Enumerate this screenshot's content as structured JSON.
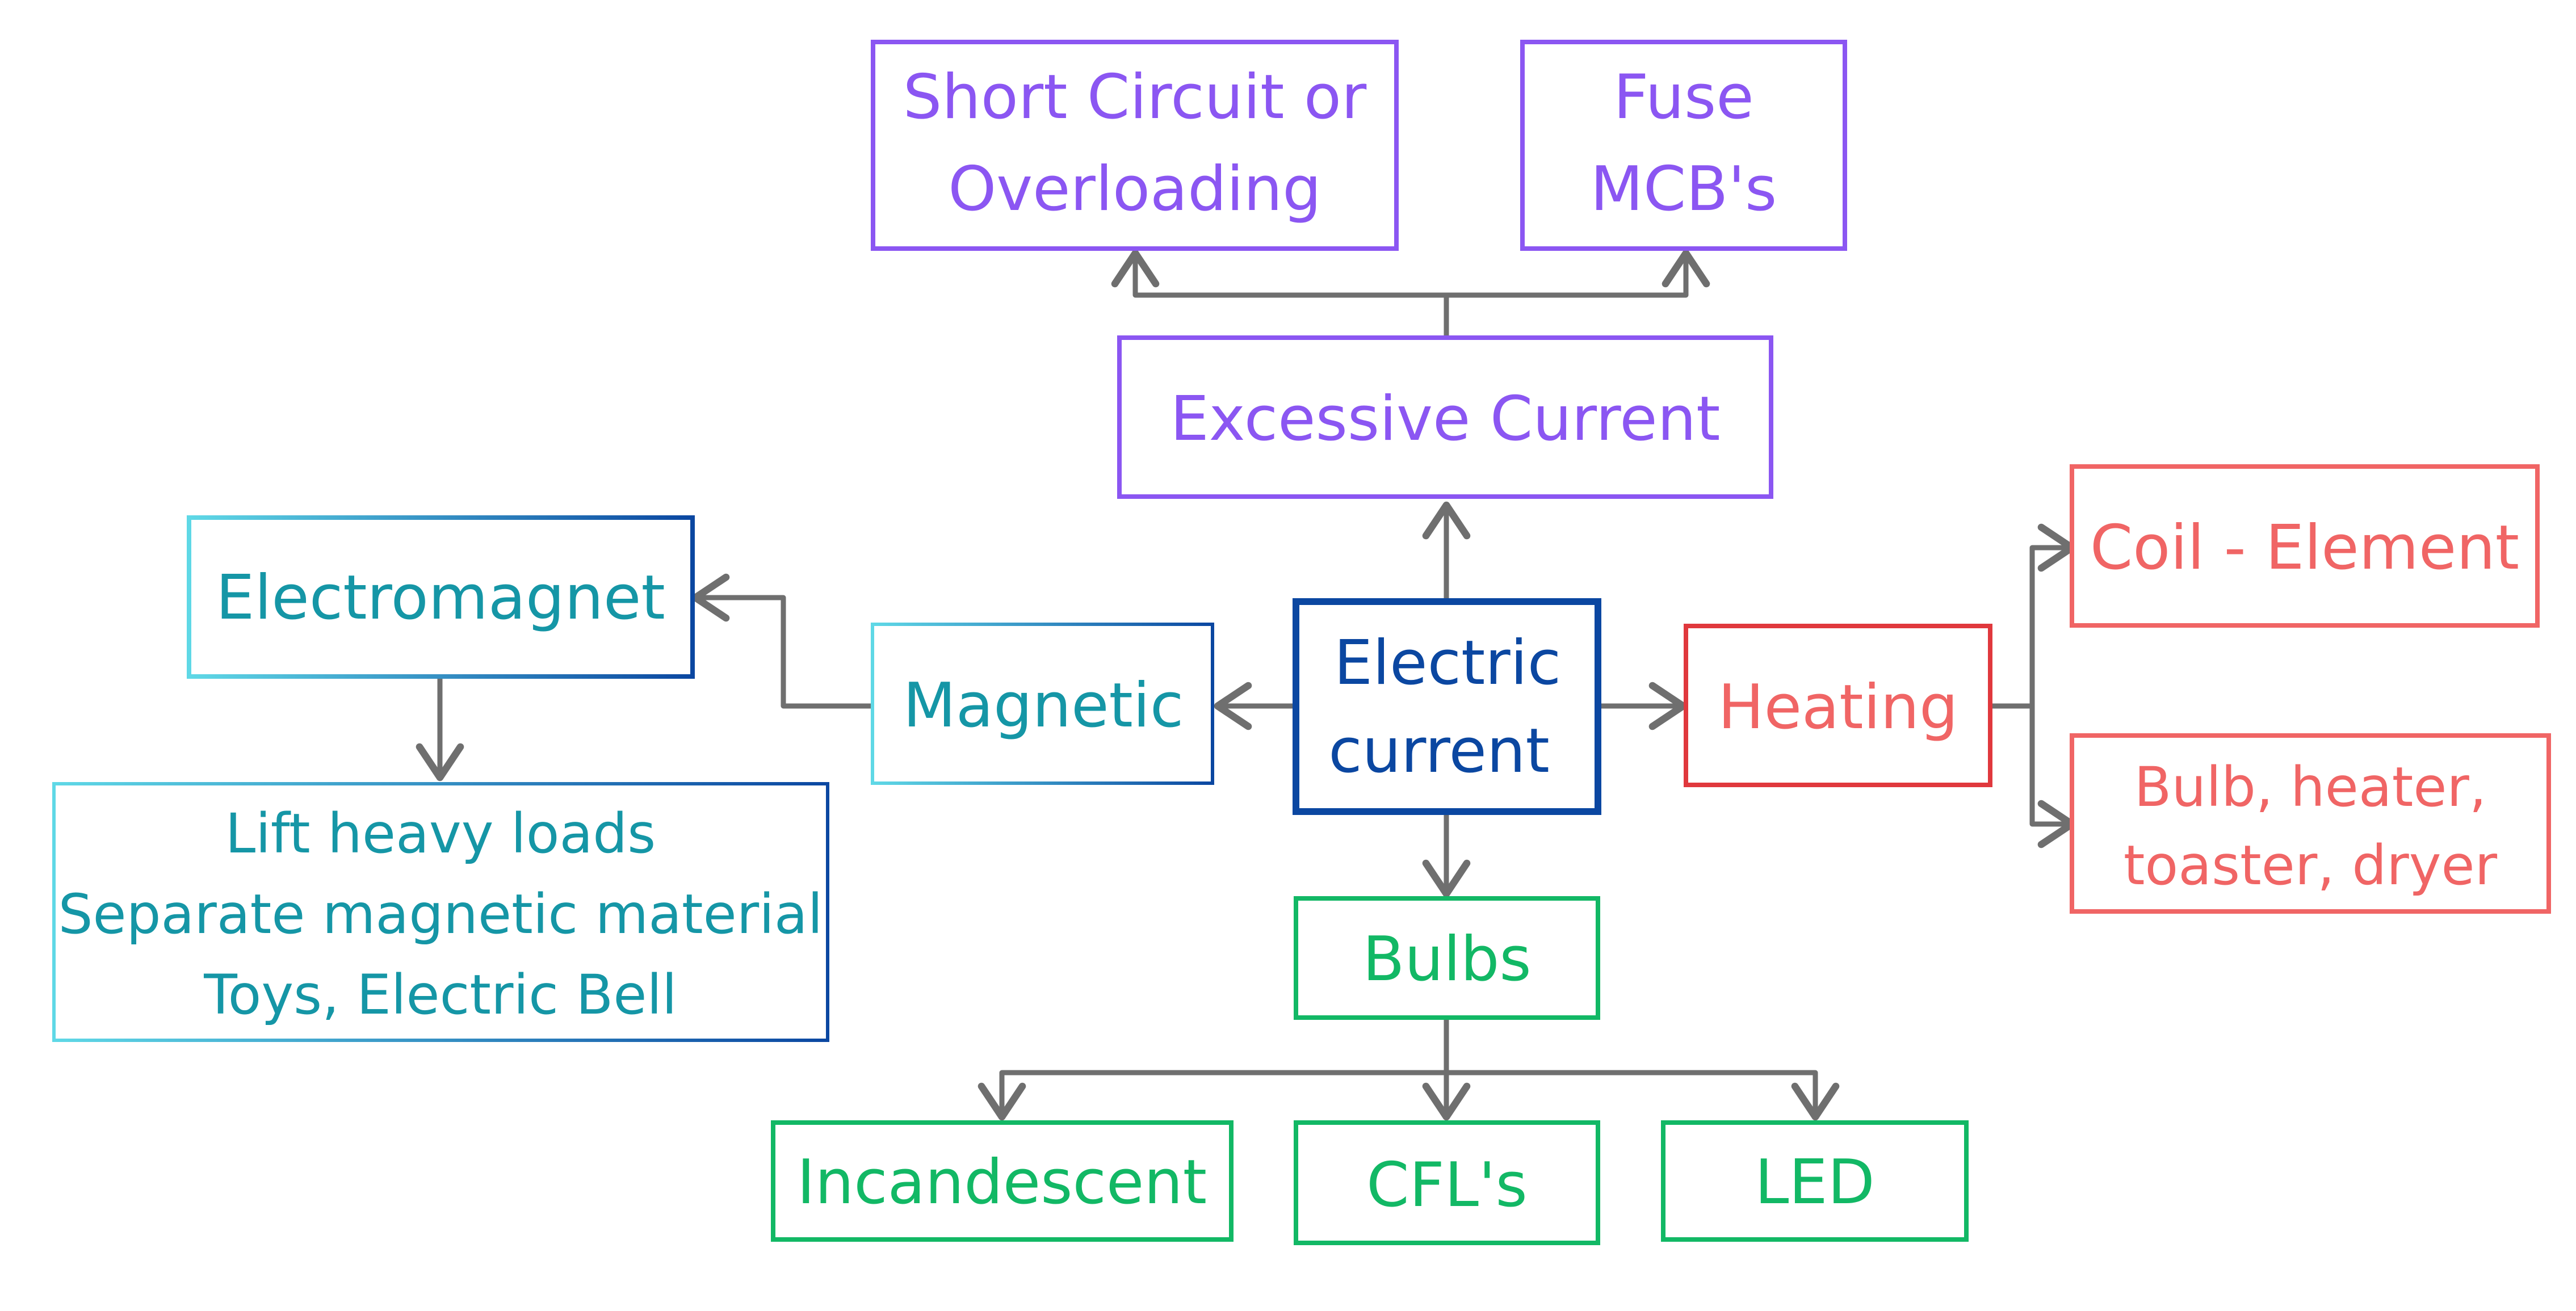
{
  "colors": {
    "purple": "#8b56f2",
    "blue_dark": "#0b47a1",
    "teal_text": "#1596a6",
    "teal_light": "#57d4e2",
    "red": "#e0383d",
    "red_light": "#f06565",
    "green": "#12b865",
    "arrow": "#6f6f6f"
  },
  "nodes": {
    "short_circuit": {
      "lines": [
        "Short Circuit or",
        "Overloading"
      ]
    },
    "fuse": {
      "lines": [
        "Fuse",
        "MCB's"
      ]
    },
    "excessive_current": {
      "lines": [
        "Excessive Current"
      ]
    },
    "electromagnet": {
      "lines": [
        "Electromagnet"
      ]
    },
    "magnetic": {
      "lines": [
        "Magnetic"
      ]
    },
    "electric_current": {
      "lines": [
        "Electric",
        "current"
      ]
    },
    "heating": {
      "lines": [
        "Heating"
      ]
    },
    "coil_element": {
      "lines": [
        "Coil - Element"
      ]
    },
    "appliances": {
      "lines": [
        "Bulb, heater,",
        "toaster, dryer"
      ]
    },
    "uses": {
      "lines": [
        "Lift heavy loads",
        "Separate magnetic material",
        "Toys, Electric Bell"
      ]
    },
    "bulbs": {
      "lines": [
        "Bulbs"
      ]
    },
    "incandescent": {
      "lines": [
        "Incandescent"
      ]
    },
    "cfl": {
      "lines": [
        "CFL's"
      ]
    },
    "led": {
      "lines": [
        "LED"
      ]
    }
  }
}
